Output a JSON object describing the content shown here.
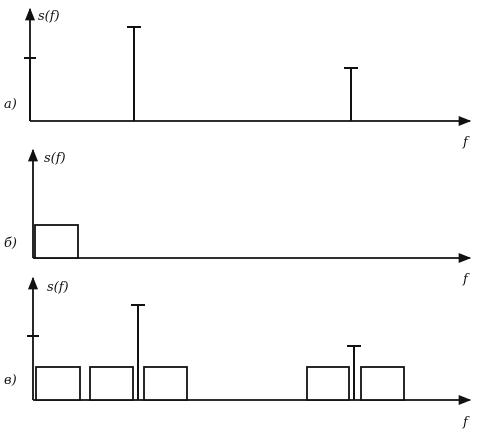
{
  "panels": {
    "a": {
      "label": "а)",
      "ylabel": "s(f)",
      "xlabel": "f"
    },
    "b": {
      "label": "б)",
      "ylabel": "s(f)",
      "xlabel": "f"
    },
    "c": {
      "label": "в)",
      "ylabel": "s(f)",
      "xlabel": "f"
    }
  }
}
